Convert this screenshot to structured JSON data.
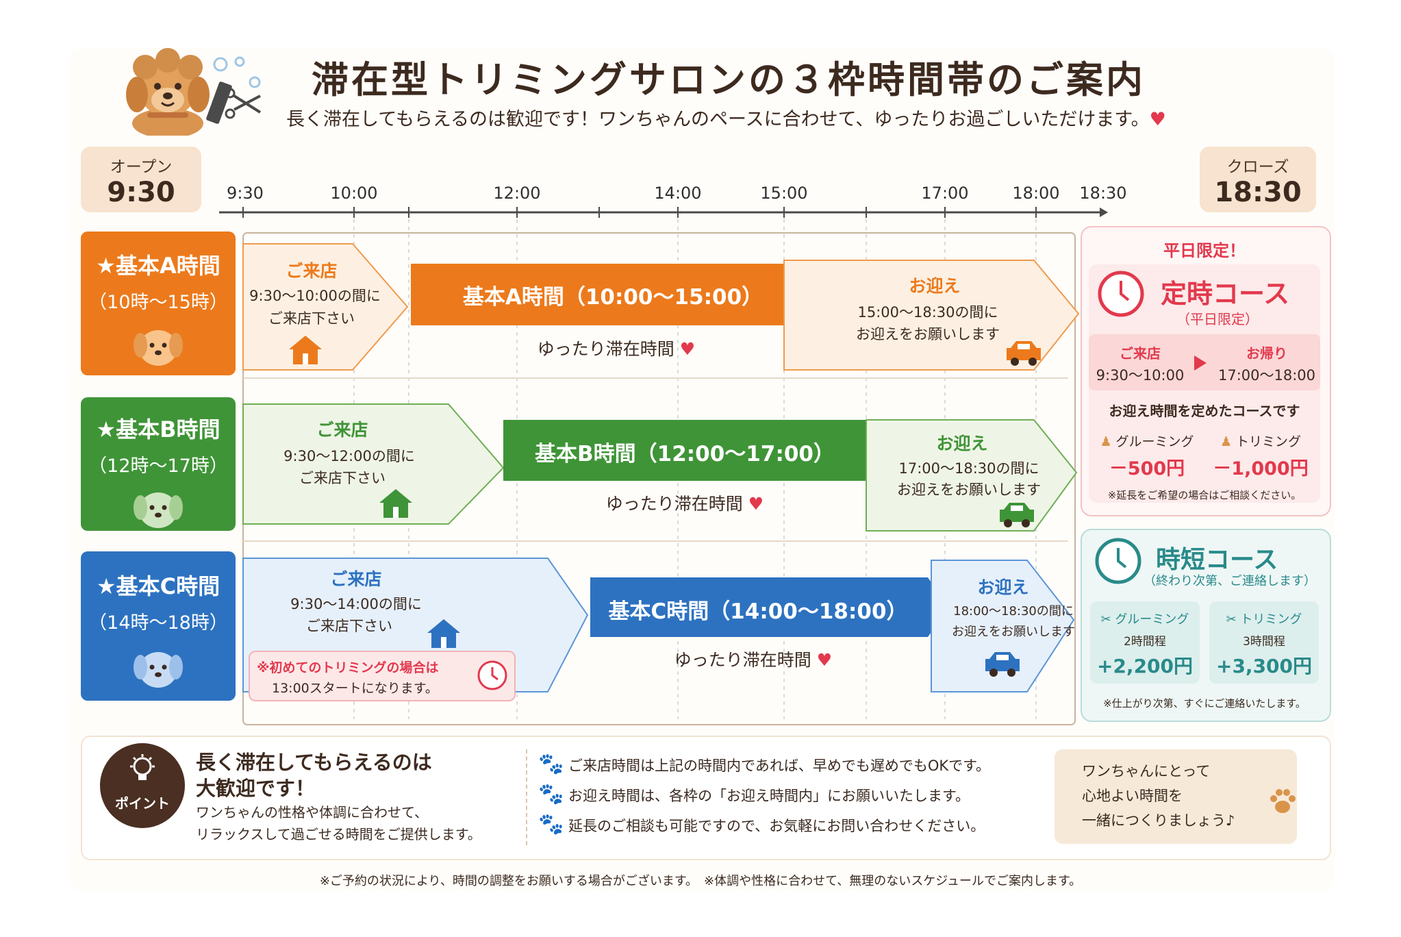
{
  "header": {
    "title": "滞在型トリミングサロンの３枠時間帯のご案内",
    "subtitle": "長く滞在してもらえるのは歓迎です！ワンちゃんのペースに合わせて、ゆったりお過ごしいただけます。",
    "heart": "♥"
  },
  "open": {
    "label": "オープン",
    "time": "9:30"
  },
  "close": {
    "label": "クローズ",
    "time": "18:30"
  },
  "timeline_ticks": [
    "9:30",
    "10:00",
    "12:00",
    "14:00",
    "15:00",
    "17:00",
    "18:00",
    "18:30"
  ],
  "rows": [
    {
      "label_title": "★基本A時間",
      "label_sub": "（10時～15時）",
      "arrive_title": "ご来店",
      "arrive_line1": "9:30～10:00の間に",
      "arrive_line2": "ご来店下さい",
      "main_title": "基本A時間（10:00～15:00）",
      "main_caption": "ゆったり滞在時間",
      "pickup_title": "お迎え",
      "pickup_line1": "15:00～18:30の間に",
      "pickup_line2": "お迎えをお願いします"
    },
    {
      "label_title": "★基本B時間",
      "label_sub": "（12時～17時）",
      "arrive_title": "ご来店",
      "arrive_line1": "9:30～12:00の間に",
      "arrive_line2": "ご来店下さい",
      "main_title": "基本B時間（12:00～17:00）",
      "main_caption": "ゆったり滞在時間",
      "pickup_title": "お迎え",
      "pickup_line1": "17:00～18:30の間に",
      "pickup_line2": "お迎えをお願いします"
    },
    {
      "label_title": "★基本C時間",
      "label_sub": "（14時～18時）",
      "arrive_title": "ご来店",
      "arrive_line1": "9:30～14:00の間に",
      "arrive_line2": "ご来店下さい",
      "main_title": "基本C時間（14:00～18:00）",
      "main_caption": "ゆったり滞在時間",
      "pickup_title": "お迎え",
      "pickup_line1": "18:00～18:30の間に",
      "pickup_line2": "お迎えをお願いします",
      "note_line1": "※初めてのトリミングの場合は",
      "note_line2": "13:00スタートになります。"
    }
  ],
  "fixed_course": {
    "badge": "平日限定！",
    "title": "定時コース",
    "sub": "（平日限定）",
    "arrive_label": "ご来店",
    "arrive_time": "9:30～10:00",
    "return_label": "お帰り",
    "return_time": "17:00～18:00",
    "desc": "お迎え時間を定めたコースです",
    "grooming_label": "グルーミング",
    "grooming_price": "－500円",
    "trimming_label": "トリミング",
    "trimming_price": "－1,000円",
    "note": "※延長をご希望の場合はご相談ください。"
  },
  "short_course": {
    "title": "時短コース",
    "sub": "（終わり次第、ご連絡します）",
    "grooming_label": "グルーミング",
    "grooming_dur": "2時間程",
    "grooming_price": "+2,200円",
    "trimming_label": "トリミング",
    "trimming_dur": "3時間程",
    "trimming_price": "+3,300円",
    "note": "※仕上がり次第、すぐにご連絡いたします。"
  },
  "point": {
    "badge": "ポイント",
    "title_line1": "長く滞在してもらえるのは",
    "title_line2": "大歓迎です！",
    "body_line1": "ワンちゃんの性格や体調に合わせて、",
    "body_line2": "リラックスして過ごせる時間をご提供します。"
  },
  "notes": [
    "ご来店時間は上記の時間内であれば、早めでも遅めでもOKです。",
    "お迎え時間は、各枠の「お迎え時間内」にお願いいたします。",
    "延長のご相談も可能ですので、お気軽にお問い合わせください。"
  ],
  "message": {
    "line1": "ワンちゃんにとって",
    "line2": "心地よい時間を",
    "line3": "一緒につくりましょう♪"
  },
  "footer": "※ご予約の状況により、時間の調整をお願いする場合がございます。　※体調や性格に合わせて、無理のないスケジュールでご案内します。",
  "colors": {
    "rowA": "#ec7a1c",
    "rowB": "#3f9437",
    "rowC": "#2d72c0",
    "fixed": "#e2394d",
    "short": "#2a8a8a",
    "brown": "#3d2a1f"
  }
}
